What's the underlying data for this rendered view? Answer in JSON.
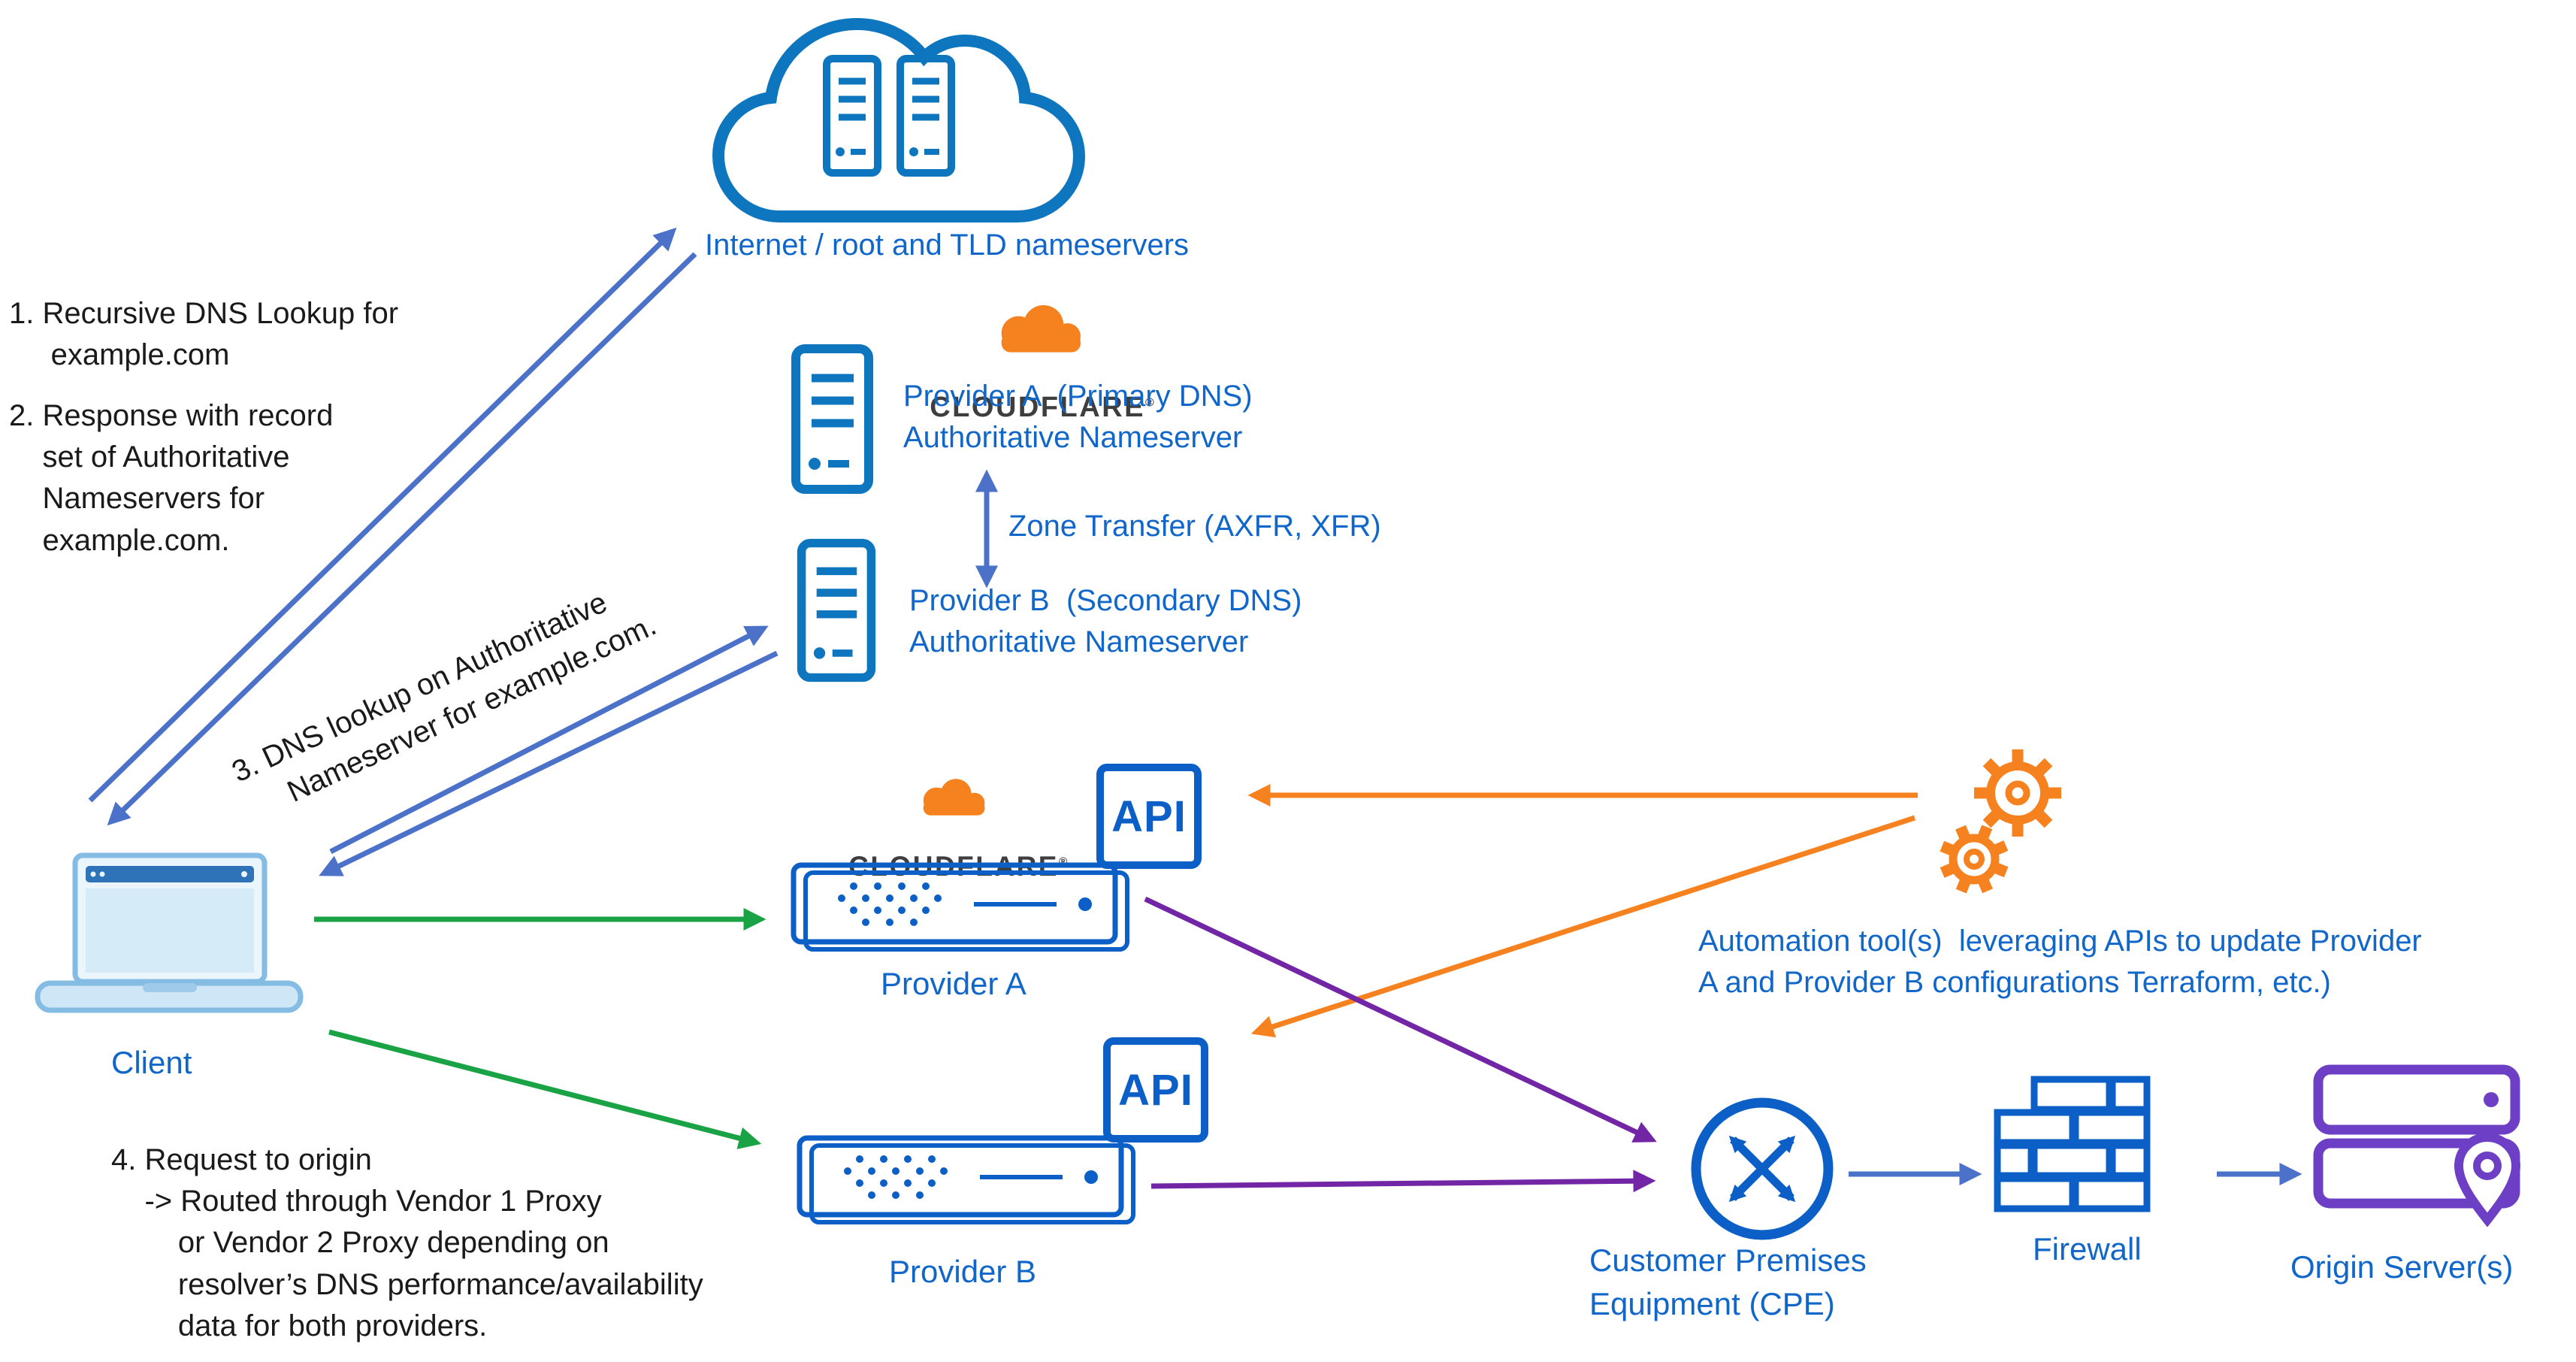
{
  "colors": {
    "icon_blue": "#0E76BE",
    "dev_blue": "#0B5FC7",
    "text_blue": "#1167C9",
    "arrow_blue": "#4B71C9",
    "green": "#1AA344",
    "orange": "#F6821F",
    "purple_arrow": "#7226A5",
    "origin_purple": "#6C3FC5",
    "ink": "#1A1A1A"
  },
  "cloud": {
    "label": "Internet / root and TLD nameservers"
  },
  "cloudflare": {
    "wordmark": "CLOUDFLARE",
    "registered": "®"
  },
  "nameservers": {
    "provider_a": "Provider A  (Primary DNS)\nAuthoritative Nameserver",
    "provider_b": "Provider B  (Secondary DNS)\nAuthoritative Nameserver",
    "zone_transfer": "Zone Transfer (AXFR, XFR)"
  },
  "client": {
    "label": "Client"
  },
  "proxies": {
    "provider_a": "Provider A",
    "provider_b": "Provider B",
    "api": "API"
  },
  "automation": {
    "label": "Automation tool(s)  leveraging APIs to update Provider\nA and Provider B configurations Terraform, etc.)"
  },
  "network": {
    "cpe": "Customer Premises\nEquipment (CPE)",
    "firewall": "Firewall",
    "origin": "Origin Server(s)"
  },
  "steps": {
    "step1": "1. Recursive DNS Lookup for\n     example.com",
    "step2": "2. Response with record\n    set of Authoritative\n    Nameservers for\n    example.com.",
    "step3": "3. DNS lookup on Authoritative\n     Nameserver for example.com.",
    "step4": "4. Request to origin\n    -> Routed through Vendor 1 Proxy\n        or Vendor 2 Proxy depending on\n        resolver’s DNS performance/availability\n        data for both providers."
  }
}
